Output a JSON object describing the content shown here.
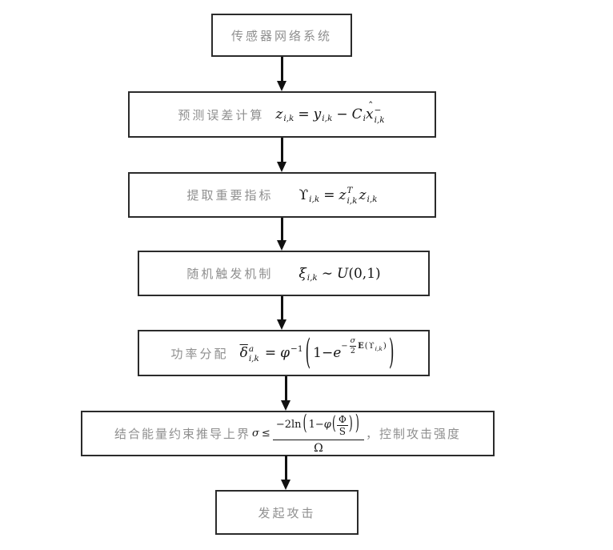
{
  "flowchart": {
    "colors": {
      "background": "#ffffff",
      "box_border": "#2b2b2b",
      "chinese_label": "#8f8f8f",
      "formula_text": "#161616",
      "arrow": "#111111"
    },
    "node1": {
      "label": "传感器网络系统"
    },
    "node2": {
      "label": "预测误差计算",
      "f": {
        "z": "z",
        "z_sub": "i,k",
        "eq": "=",
        "y": "y",
        "y_sub": "i,k",
        "minus": "−",
        "C": "C",
        "C_sub": "i",
        "hat": "ˆ",
        "x": "x",
        "x_sup": "−",
        "x_sub": "i,k"
      }
    },
    "node3": {
      "label": "提取重要指标",
      "f": {
        "ups": "ϒ",
        "ups_sub": "i,k",
        "eq": "=",
        "z1": "z",
        "z1_sup": "T",
        "z1_sub": "i,k",
        "z2": "z",
        "z2_sub": "i,k"
      }
    },
    "node4": {
      "label": "随机触发机制",
      "f": {
        "xi": "ξ",
        "xi_sub": "i,k",
        "sim": "∼",
        "U": "U",
        "args": "(0,1)"
      }
    },
    "node5": {
      "label": "功率分配",
      "f": {
        "delta": "δ",
        "delta_sup": "a",
        "delta_sub": "i,k",
        "eq": "=",
        "phi": "φ",
        "phi_sup": "−1",
        "lparen": "(",
        "one_minus": "1−",
        "e": "e",
        "exp_minus": "−",
        "exp_num": "σ",
        "exp_den": "2",
        "E": "E",
        "e_lparen": "(",
        "exp_ups": "ϒ",
        "exp_ups_sub": "i,k",
        "e_rparen": ")",
        "rparen": ")"
      }
    },
    "node6": {
      "label_prefix": "结合能量约束推导上界",
      "f": {
        "sigma": "σ",
        "leq": "≤",
        "num_head": "−2ln",
        "lparen": "(",
        "one_minus": "1−",
        "phi": "φ",
        "ilparen": "(",
        "inner_num": "Φ",
        "inner_den": "S",
        "irparen": ")",
        "rparen": ")",
        "den": "Ω"
      },
      "label_suffix": "，控制攻击强度"
    },
    "node7": {
      "label": "发起攻击"
    }
  }
}
